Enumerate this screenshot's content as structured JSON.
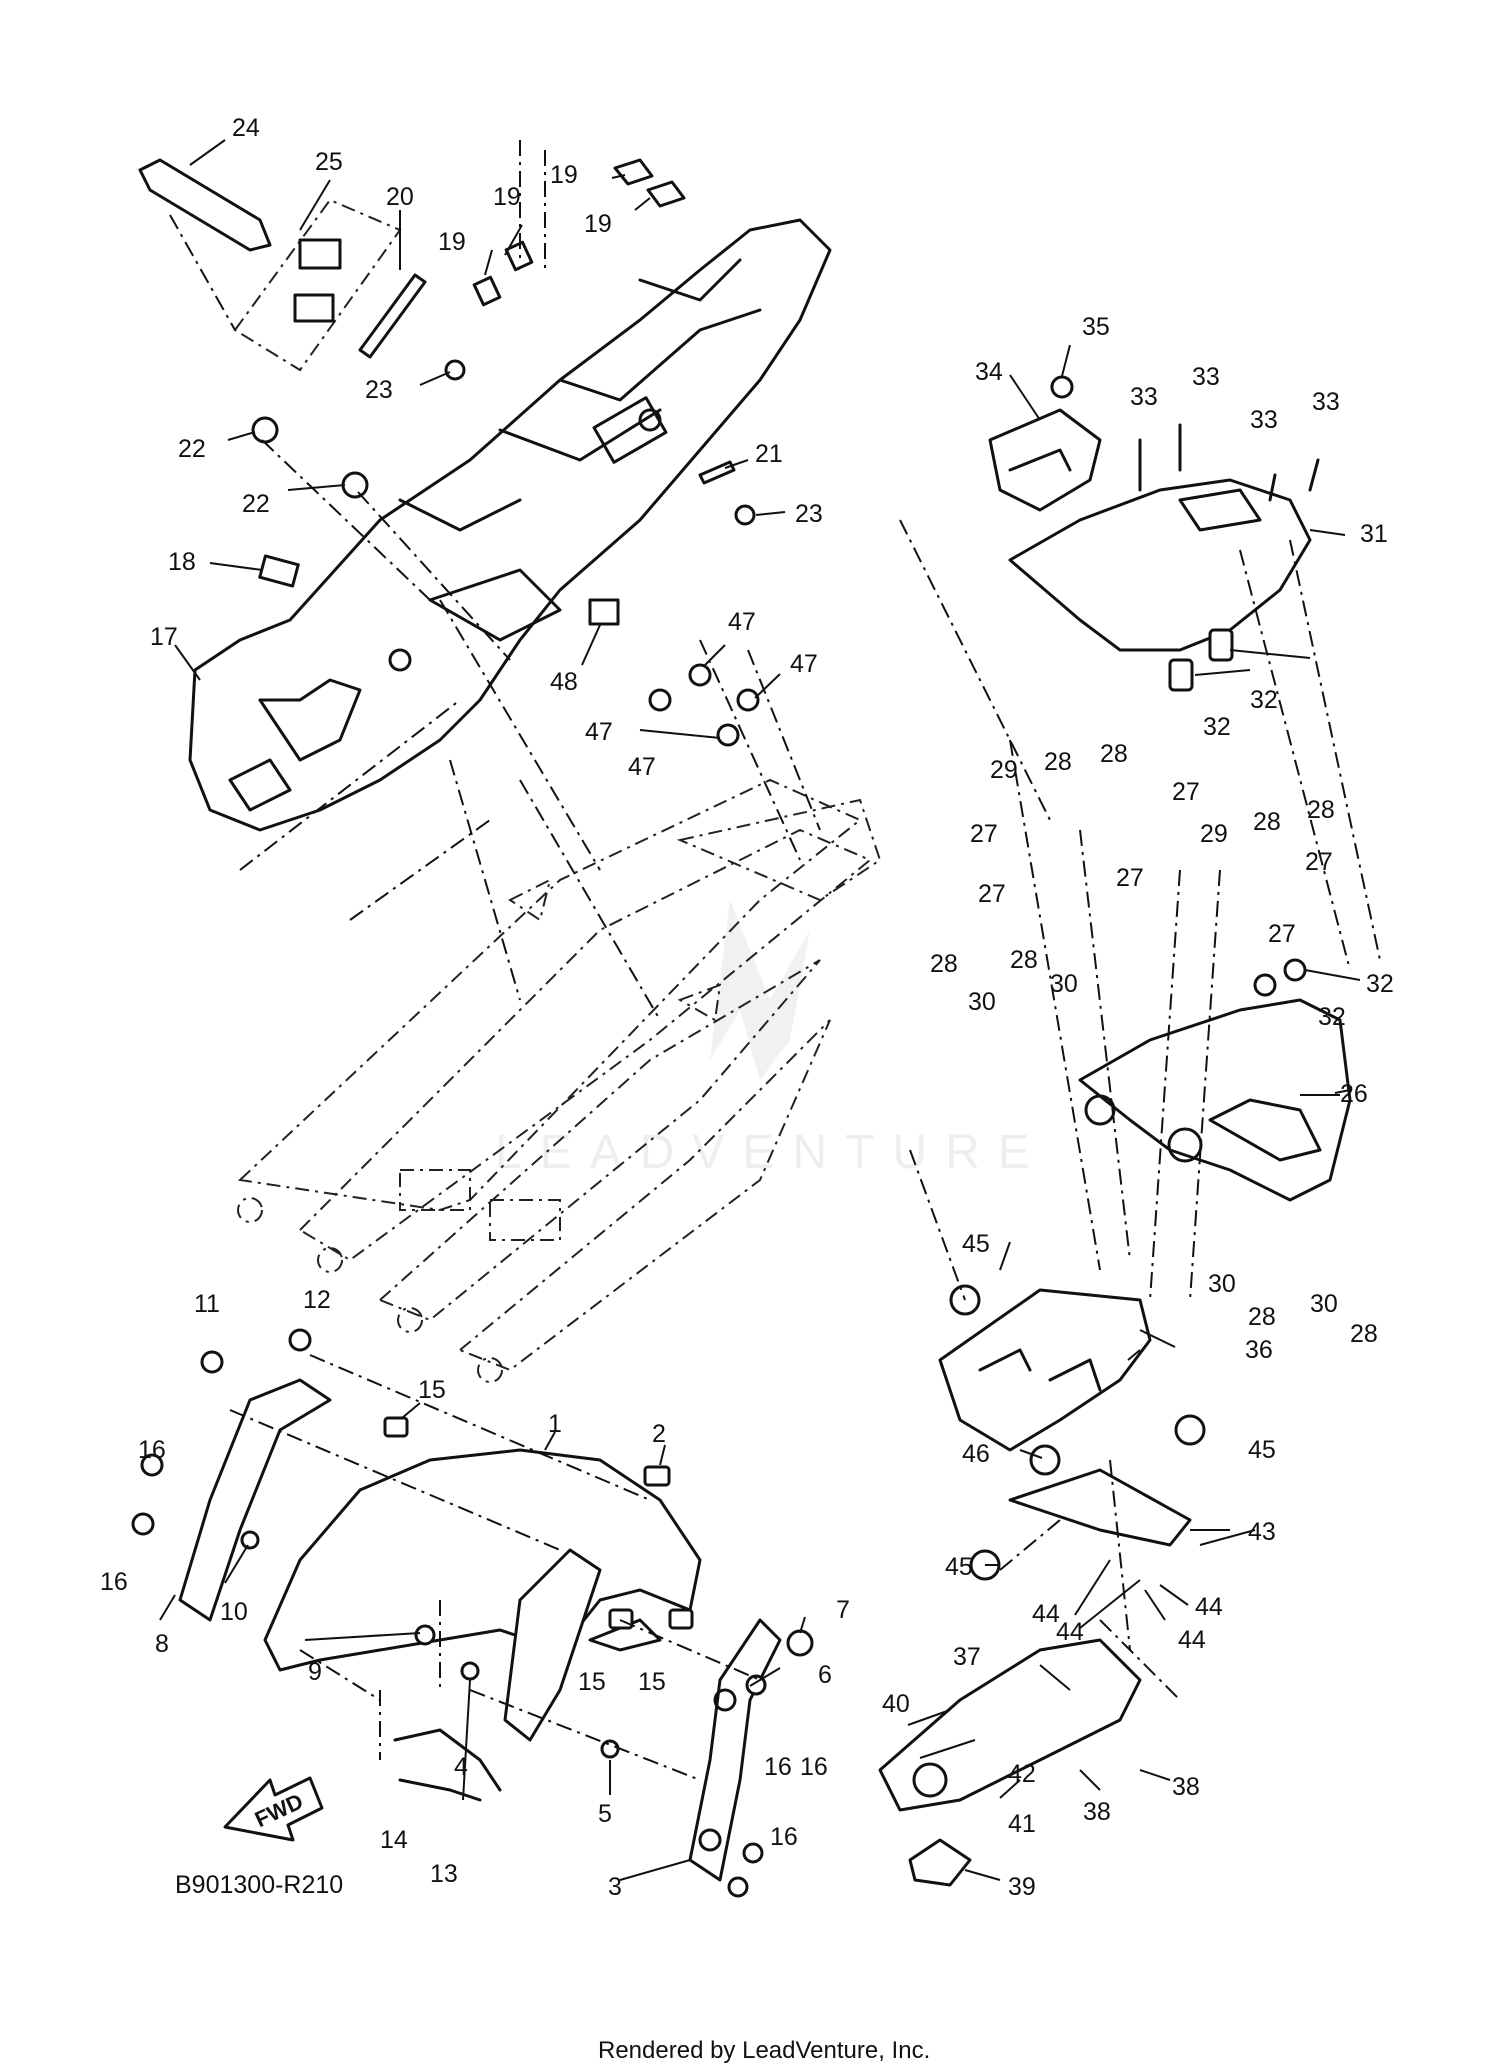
{
  "diagram_code": "B901300-R210",
  "footer": "Rendered by LeadVenture, Inc.",
  "watermark": "LEADVENTURE",
  "fwd_label": "FWD",
  "labels": [
    "1",
    "2",
    "3",
    "4",
    "5",
    "6",
    "7",
    "8",
    "9",
    "10",
    "11",
    "12",
    "13",
    "14",
    "15",
    "15",
    "15",
    "16",
    "16",
    "16",
    "16",
    "16",
    "17",
    "18",
    "19",
    "19",
    "19",
    "19",
    "20",
    "21",
    "22",
    "22",
    "23",
    "23",
    "24",
    "25",
    "26",
    "27",
    "27",
    "27",
    "27",
    "27",
    "27",
    "28",
    "28",
    "28",
    "28",
    "28",
    "28",
    "28",
    "28",
    "29",
    "29",
    "30",
    "30",
    "30",
    "30",
    "31",
    "32",
    "32",
    "32",
    "32",
    "33",
    "33",
    "33",
    "33",
    "34",
    "35",
    "36",
    "37",
    "38",
    "38",
    "39",
    "40",
    "41",
    "42",
    "43",
    "44",
    "44",
    "44",
    "44",
    "45",
    "45",
    "45",
    "46",
    "47",
    "47",
    "47",
    "47",
    "48"
  ]
}
